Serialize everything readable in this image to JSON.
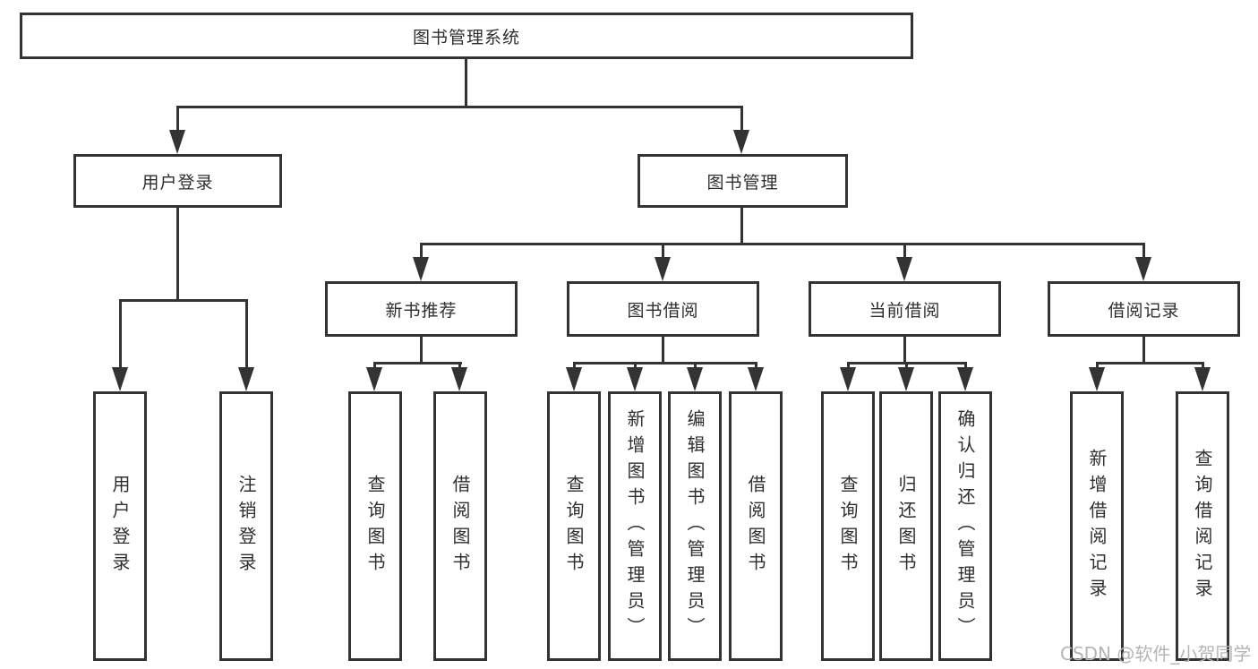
{
  "colors": {
    "line": "#333333",
    "box_background": "#ffffff",
    "text": "#2e2e2e",
    "watermark": "#b5b5b5"
  },
  "tree": {
    "root": {
      "label": "图书管理系统"
    },
    "branches": [
      {
        "label": "用户登录",
        "children": [
          "用户登录",
          "注销登录"
        ]
      },
      {
        "label": "图书管理",
        "children": [
          {
            "label": "新书推荐",
            "children": [
              "查询图书",
              "借阅图书"
            ]
          },
          {
            "label": "图书借阅",
            "children": [
              "查询图书",
              "新增图书（管理员）",
              "编辑图书（管理员）",
              "借阅图书"
            ]
          },
          {
            "label": "当前借阅",
            "children": [
              "查询图书",
              "归还图书",
              "确认归还（管理员）"
            ]
          },
          {
            "label": "借阅记录",
            "children": [
              "新增借阅记录",
              "查询借阅记录"
            ]
          }
        ]
      }
    ]
  },
  "watermark": {
    "text": "CSDN @软件_小贺同学"
  }
}
